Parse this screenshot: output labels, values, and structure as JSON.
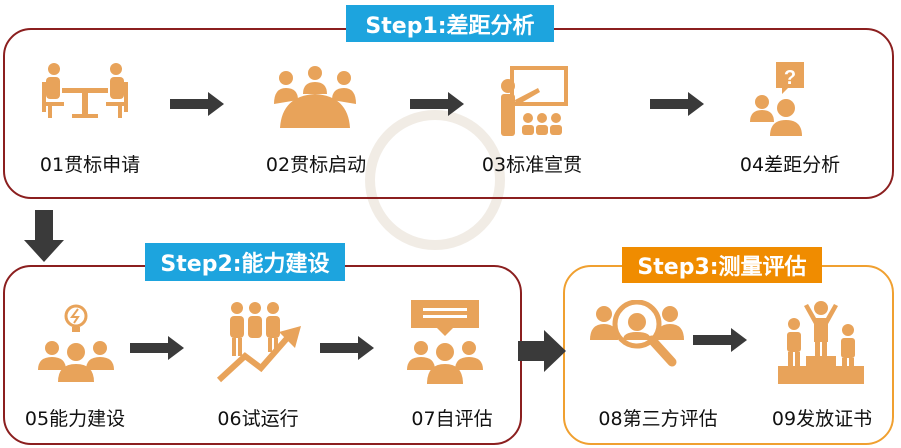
{
  "colors": {
    "icon": "#E8A35A",
    "step1_border": "#8B1F1F",
    "step3_border": "#F0A030",
    "step1_tag": "#1DA4DE",
    "step2_tag": "#1DA4DE",
    "step3_tag": "#F08C00",
    "arrow": "#3A3A3A"
  },
  "steps": [
    {
      "title": "Step1:差距分析",
      "items": [
        {
          "label": "01贯标申请",
          "icon": "meeting-table-icon"
        },
        {
          "label": "02贯标启动",
          "icon": "conference-icon"
        },
        {
          "label": "03标准宣贯",
          "icon": "presentation-icon"
        },
        {
          "label": "04差距分析",
          "icon": "question-people-icon"
        }
      ]
    },
    {
      "title": "Step2:能力建设",
      "items": [
        {
          "label": "05能力建设",
          "icon": "idea-team-icon"
        },
        {
          "label": "06试运行",
          "icon": "growth-team-icon"
        },
        {
          "label": "07自评估",
          "icon": "chat-team-icon"
        }
      ]
    },
    {
      "title": "Step3:测量评估",
      "items": [
        {
          "label": "08第三方评估",
          "icon": "search-people-icon"
        },
        {
          "label": "09发放证书",
          "icon": "podium-icon"
        }
      ]
    }
  ]
}
